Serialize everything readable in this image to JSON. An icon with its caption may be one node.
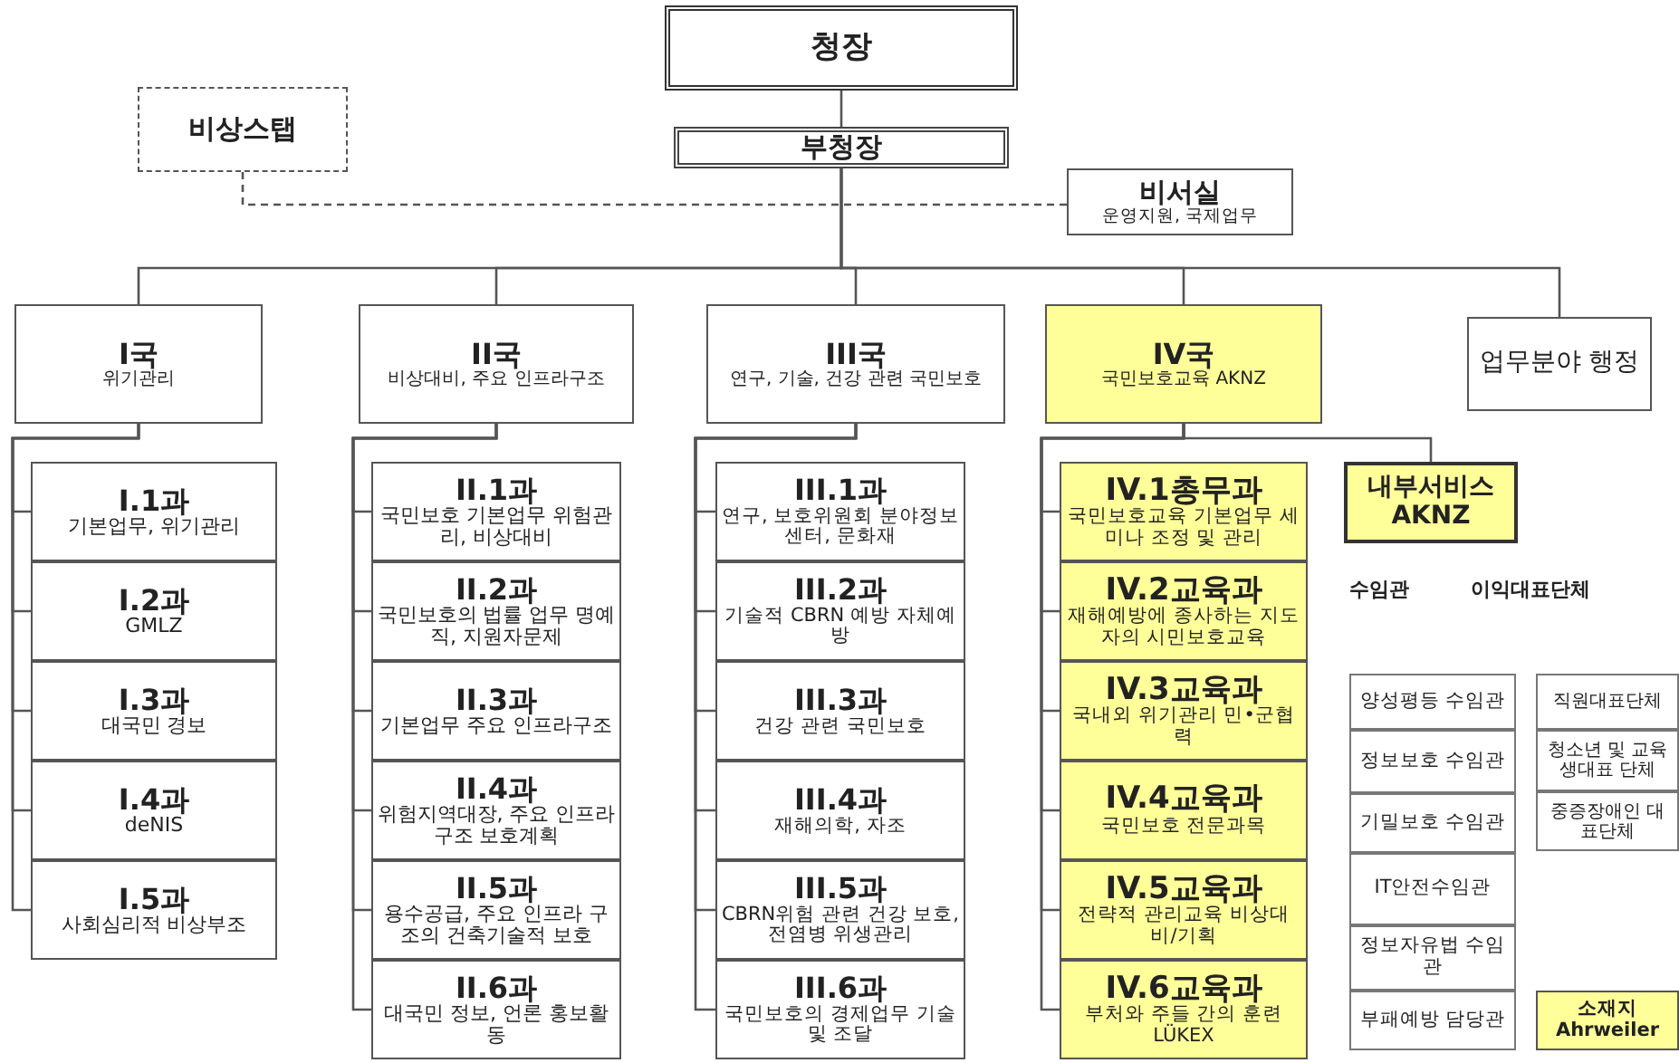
{
  "diagram": {
    "nodes": [
      {
        "text": [
          "청장"
        ]
      },
      {
        "text": [
          "부청장"
        ]
      },
      {
        "text": [
          "비상스탭"
        ]
      },
      {
        "text": [
          "비서실",
          "운영지원, 국제업무"
        ]
      },
      {
        "text": [
          "I국",
          "위기관리"
        ]
      },
      {
        "text": [
          "II국",
          "비상대비, 주요 인프라구조"
        ]
      },
      {
        "text": [
          "III국",
          "연구, 기술, 건강 관련 국민보호"
        ]
      },
      {
        "text": [
          "IV국",
          "국민보호교육 AKNZ"
        ]
      },
      {
        "text": [
          "업무분야 행정"
        ]
      },
      {
        "text": [
          "I.1과",
          "기본업무, 위기관리"
        ]
      },
      {
        "text": [
          "I.2과",
          "GMLZ"
        ]
      },
      {
        "text": [
          "I.3과",
          "대국민 경보"
        ]
      },
      {
        "text": [
          "I.4과",
          "deNIS"
        ]
      },
      {
        "text": [
          "I.5과",
          "사회심리적 비상부조"
        ]
      },
      {
        "text": [
          "II.1과",
          "국민보호 기본업무 위험관리, 비상대비"
        ]
      },
      {
        "text": [
          "II.2과",
          "국민보호의 법률 업무 명예직, 지원자문제"
        ]
      },
      {
        "text": [
          "II.3과",
          "기본업무 주요 인프라구조"
        ]
      },
      {
        "text": [
          "II.4과",
          "위험지역대장, 주요 인프라구조 보호계획"
        ]
      },
      {
        "text": [
          "II.5과",
          "용수공급, 주요 인프라 구조의 건축기술적 보호"
        ]
      },
      {
        "text": [
          "II.6과",
          "대국민 정보, 언론 홍보활동"
        ]
      },
      {
        "text": [
          "III.1과",
          "연구, 보호위원회 분야정보센터, 문화재"
        ]
      },
      {
        "text": [
          "III.2과",
          "기술적 CBRN 예방 자체예방"
        ]
      },
      {
        "text": [
          "III.3과",
          "건강 관련 국민보호"
        ]
      },
      {
        "text": [
          "III.4과",
          "재해의학, 자조"
        ]
      },
      {
        "text": [
          "III.5과",
          "CBRN위험 관련 건강 보호, 전염병 위생관리"
        ]
      },
      {
        "text": [
          "III.6과",
          "국민보호의 경제업무 기술 및 조달"
        ]
      },
      {
        "text": [
          "IV.1총무과",
          "국민보호교육 기본업무 세미나 조정 및 관리"
        ]
      },
      {
        "text": [
          "IV.2교육과",
          "재해예방에 종사하는 지도자의 시민보호교육"
        ]
      },
      {
        "text": [
          "IV.3교육과",
          "국내외 위기관리 민•군협력"
        ]
      },
      {
        "text": [
          "IV.4교육과",
          "국민보호 전문과목"
        ]
      },
      {
        "text": [
          "IV.5교육과",
          "전략적 관리교육 비상대비/기획"
        ]
      },
      {
        "text": [
          "IV.6교육과",
          "부처와 주들 간의 훈련 LÜKEX"
        ]
      },
      {
        "text": [
          "내부서비스 AKNZ"
        ]
      },
      {
        "text": [
          "양성평등 수임관"
        ]
      },
      {
        "text": [
          "정보보호 수임관"
        ]
      },
      {
        "text": [
          "기밀보호 수임관"
        ]
      },
      {
        "text": [
          "IT안전수임관"
        ]
      },
      {
        "text": [
          "정보자유법 수임관"
        ]
      },
      {
        "text": [
          "부패예방 담당관"
        ]
      },
      {
        "text": [
          "직원대표단체"
        ]
      },
      {
        "text": [
          "청소년 및 교육생대표 단체"
        ]
      },
      {
        "text": [
          "중증장애인 대표단체"
        ]
      },
      {
        "text": [
          "소재지 Ahrweiler"
        ]
      }
    ],
    "edges": [
      {
        "from": 0,
        "to": 1,
        "arrow": "none"
      },
      {
        "from": 2,
        "to": 3,
        "arrow": "none",
        "style": "dashed"
      },
      {
        "from": 1,
        "to": 4,
        "arrow": "none"
      },
      {
        "from": 1,
        "to": 5,
        "arrow": "none"
      },
      {
        "from": 1,
        "to": 6,
        "arrow": "none"
      },
      {
        "from": 1,
        "to": 7,
        "arrow": "none"
      },
      {
        "from": 1,
        "to": 8,
        "arrow": "none"
      },
      {
        "from": 4,
        "to": 9,
        "arrow": "none"
      },
      {
        "from": 4,
        "to": 10,
        "arrow": "none"
      },
      {
        "from": 4,
        "to": 11,
        "arrow": "none"
      },
      {
        "from": 4,
        "to": 12,
        "arrow": "none"
      },
      {
        "from": 4,
        "to": 13,
        "arrow": "none"
      },
      {
        "from": 5,
        "to": 14,
        "arrow": "none"
      },
      {
        "from": 5,
        "to": 15,
        "arrow": "none"
      },
      {
        "from": 5,
        "to": 16,
        "arrow": "none"
      },
      {
        "from": 5,
        "to": 17,
        "arrow": "none"
      },
      {
        "from": 5,
        "to": 18,
        "arrow": "none"
      },
      {
        "from": 5,
        "to": 19,
        "arrow": "none"
      },
      {
        "from": 6,
        "to": 20,
        "arrow": "none"
      },
      {
        "from": 6,
        "to": 21,
        "arrow": "none"
      },
      {
        "from": 6,
        "to": 22,
        "arrow": "none"
      },
      {
        "from": 6,
        "to": 23,
        "arrow": "none"
      },
      {
        "from": 6,
        "to": 24,
        "arrow": "none"
      },
      {
        "from": 6,
        "to": 25,
        "arrow": "none"
      },
      {
        "from": 7,
        "to": 26,
        "arrow": "none"
      },
      {
        "from": 7,
        "to": 27,
        "arrow": "none"
      },
      {
        "from": 7,
        "to": 28,
        "arrow": "none"
      },
      {
        "from": 7,
        "to": 29,
        "arrow": "none"
      },
      {
        "from": 7,
        "to": 30,
        "arrow": "none"
      },
      {
        "from": 7,
        "to": 31,
        "arrow": "none"
      },
      {
        "from": 7,
        "to": 32,
        "arrow": "none"
      }
    ],
    "labels": [
      "수임관",
      "이익대표단체"
    ]
  }
}
